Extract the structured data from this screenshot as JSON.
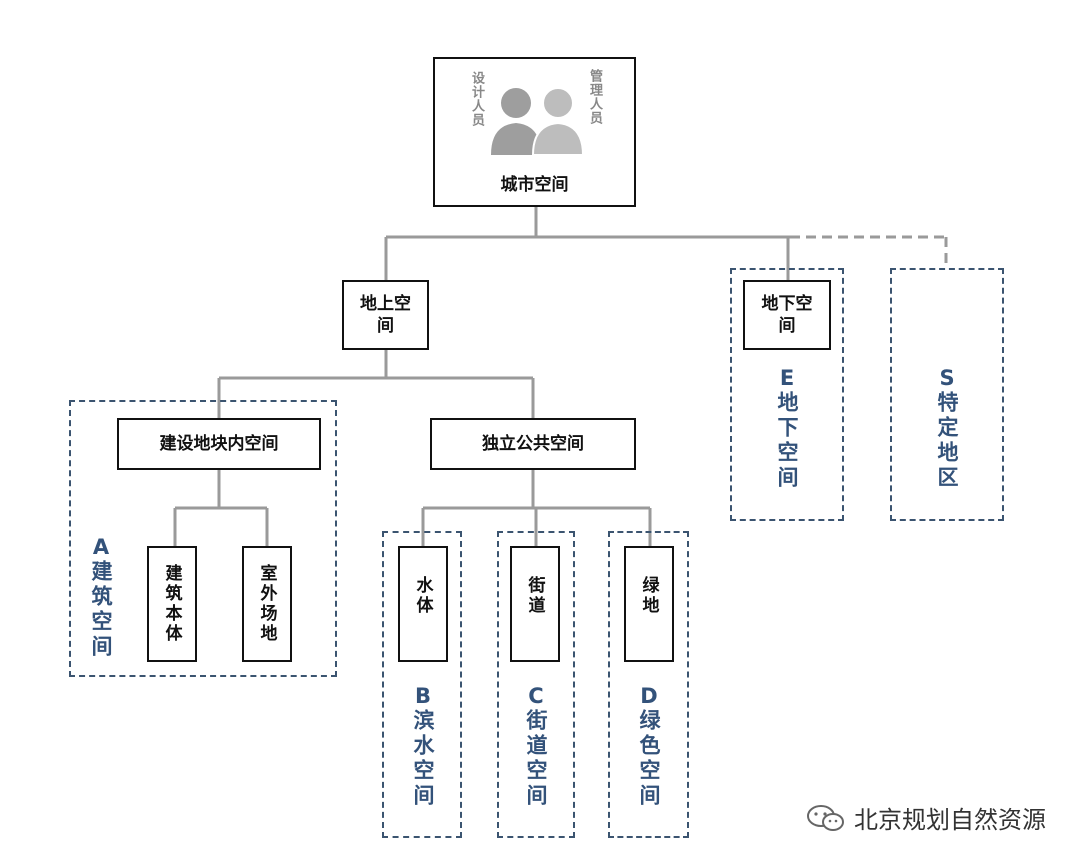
{
  "root": {
    "title": "城市空间",
    "designer": "设计人员",
    "manager": "管理人员"
  },
  "nodes": {
    "above": "地上空间",
    "under": "地下空间",
    "plot": "建设地块内空间",
    "public": "独立公共空间",
    "building_body": "建筑本体",
    "outdoor_site": "室外场地",
    "water_body": "水体",
    "street": "街道",
    "green_land": "绿地"
  },
  "zones": {
    "A": {
      "code": "A",
      "name": "建筑空间"
    },
    "B": {
      "code": "B",
      "name": "滨水空间"
    },
    "C": {
      "code": "C",
      "name": "街道空间"
    },
    "D": {
      "code": "D",
      "name": "绿色空间"
    },
    "E": {
      "code": "E",
      "name": "地下空间"
    },
    "S": {
      "code": "S",
      "name": "特定地区"
    }
  },
  "colors": {
    "connector": "#9a9a9a",
    "zone_border": "#3b5470",
    "zone_label": "#33527a",
    "person": "#9e9e9e"
  },
  "watermark": {
    "icon": "wechat-icon",
    "text": "北京规划自然资源"
  }
}
